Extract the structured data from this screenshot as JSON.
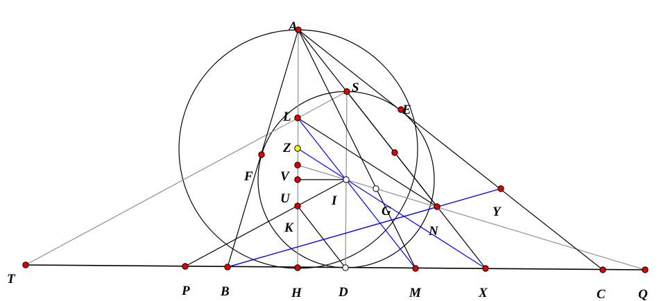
{
  "colors": {
    "point": "#e00000",
    "yellow_point": "#ffff00",
    "open_point": "#ffffff",
    "blue_line": "#0000ff",
    "gray_line": "#909090",
    "black_line": "#000000"
  },
  "points": [
    {
      "label": "A"
    },
    {
      "label": "S"
    },
    {
      "label": "E"
    },
    {
      "label": "L"
    },
    {
      "label": "Z"
    },
    {
      "label": "F"
    },
    {
      "label": "V"
    },
    {
      "label": "U"
    },
    {
      "label": "I"
    },
    {
      "label": "G"
    },
    {
      "label": "Y"
    },
    {
      "label": "N"
    },
    {
      "label": "K"
    },
    {
      "label": "T"
    },
    {
      "label": "P"
    },
    {
      "label": "B"
    },
    {
      "label": "H"
    },
    {
      "label": "D"
    },
    {
      "label": "M"
    },
    {
      "label": "X"
    },
    {
      "label": "C"
    },
    {
      "label": "Q"
    }
  ]
}
